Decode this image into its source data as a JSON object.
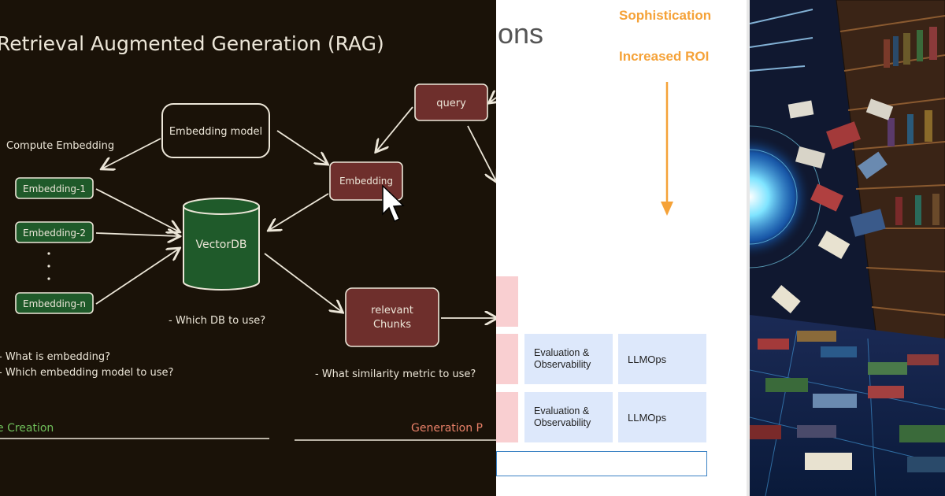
{
  "rag": {
    "title": "Retrieval Augmented Generation (RAG)",
    "embedding_model": "Embedding model",
    "compute_embedding": "Compute Embedding",
    "embedding_1": "Embedding-1",
    "embedding_2": "Embedding-2",
    "embedding_n": "Embedding-n",
    "vector_db": "VectorDB",
    "query": "query",
    "embedding": "Embedding",
    "relevant": "relevant",
    "chunks": "Chunks",
    "q_db": "- Which DB to use?",
    "q_embedding": "- What is embedding?",
    "q_model": "- Which embedding model to use?",
    "q_similarity": "- What similarity metric to use?",
    "creation_label": "e Creation",
    "generation_label": "Generation P",
    "colors": {
      "green": "#1f5a2a",
      "maroon": "#6e2f2c",
      "chalk": "#ece6d8"
    }
  },
  "slide": {
    "partial_heading": "ons",
    "sophistication": "Sophistication",
    "increased_roi": "Increased ROI",
    "rows": [
      {
        "eval": "Evaluation &\nObservability",
        "ops": "LLMOps"
      },
      {
        "eval": "Evaluation &\nObservability",
        "ops": "LLMOps"
      }
    ],
    "colors": {
      "orange": "#f5a238",
      "cell": "#dde8fb",
      "pink": "#f9cfd1"
    }
  }
}
